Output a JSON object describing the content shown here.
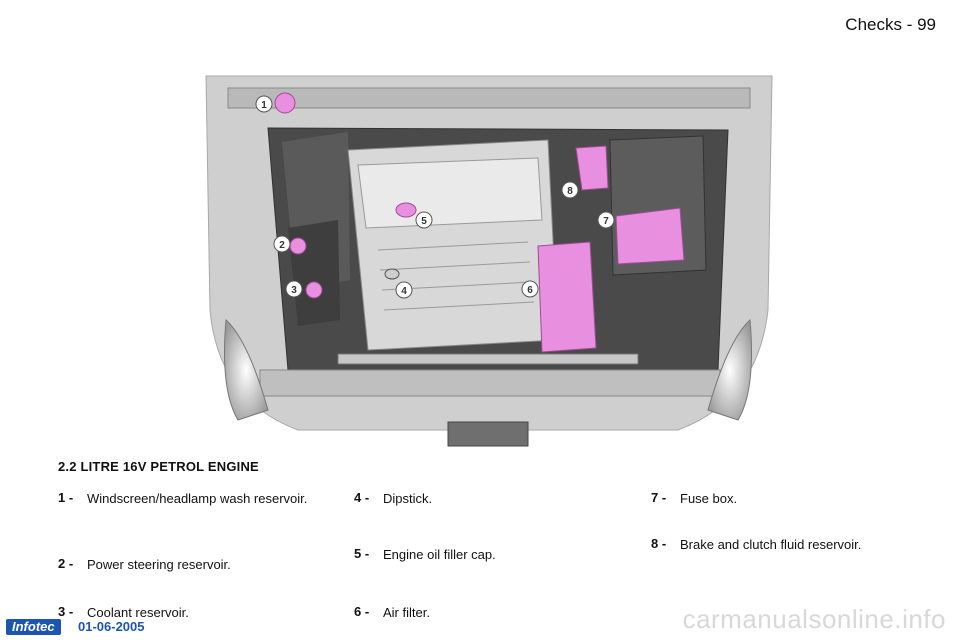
{
  "header": {
    "title": "Checks - 99"
  },
  "figure": {
    "callouts": [
      {
        "n": "1"
      },
      {
        "n": "2"
      },
      {
        "n": "3"
      },
      {
        "n": "4"
      },
      {
        "n": "5"
      },
      {
        "n": "6"
      },
      {
        "n": "7"
      },
      {
        "n": "8"
      }
    ]
  },
  "section": {
    "title": "2.2 LITRE 16V PETROL ENGINE"
  },
  "legend": {
    "col1": [
      {
        "num": "1 -",
        "text": "Windscreen/headlamp wash reservoir."
      },
      {
        "num": "2 -",
        "text": "Power steering reservoir."
      },
      {
        "num": "3 -",
        "text": "Coolant reservoir."
      }
    ],
    "col2": [
      {
        "num": "4 -",
        "text": "Dipstick."
      },
      {
        "num": "5 -",
        "text": "Engine oil filler cap."
      },
      {
        "num": "6 -",
        "text": "Air filter."
      }
    ],
    "col3": [
      {
        "num": "7 -",
        "text": "Fuse box."
      },
      {
        "num": "8 -",
        "text": "Brake and clutch fluid reservoir."
      }
    ]
  },
  "footer": {
    "logo": "Infotec",
    "date": "01-06-2005"
  },
  "watermark": "carmanualsonline.info",
  "colors": {
    "highlight": "#e88fe0",
    "callout_fill": "#ffffff",
    "brand_blue": "#1c55b0"
  }
}
